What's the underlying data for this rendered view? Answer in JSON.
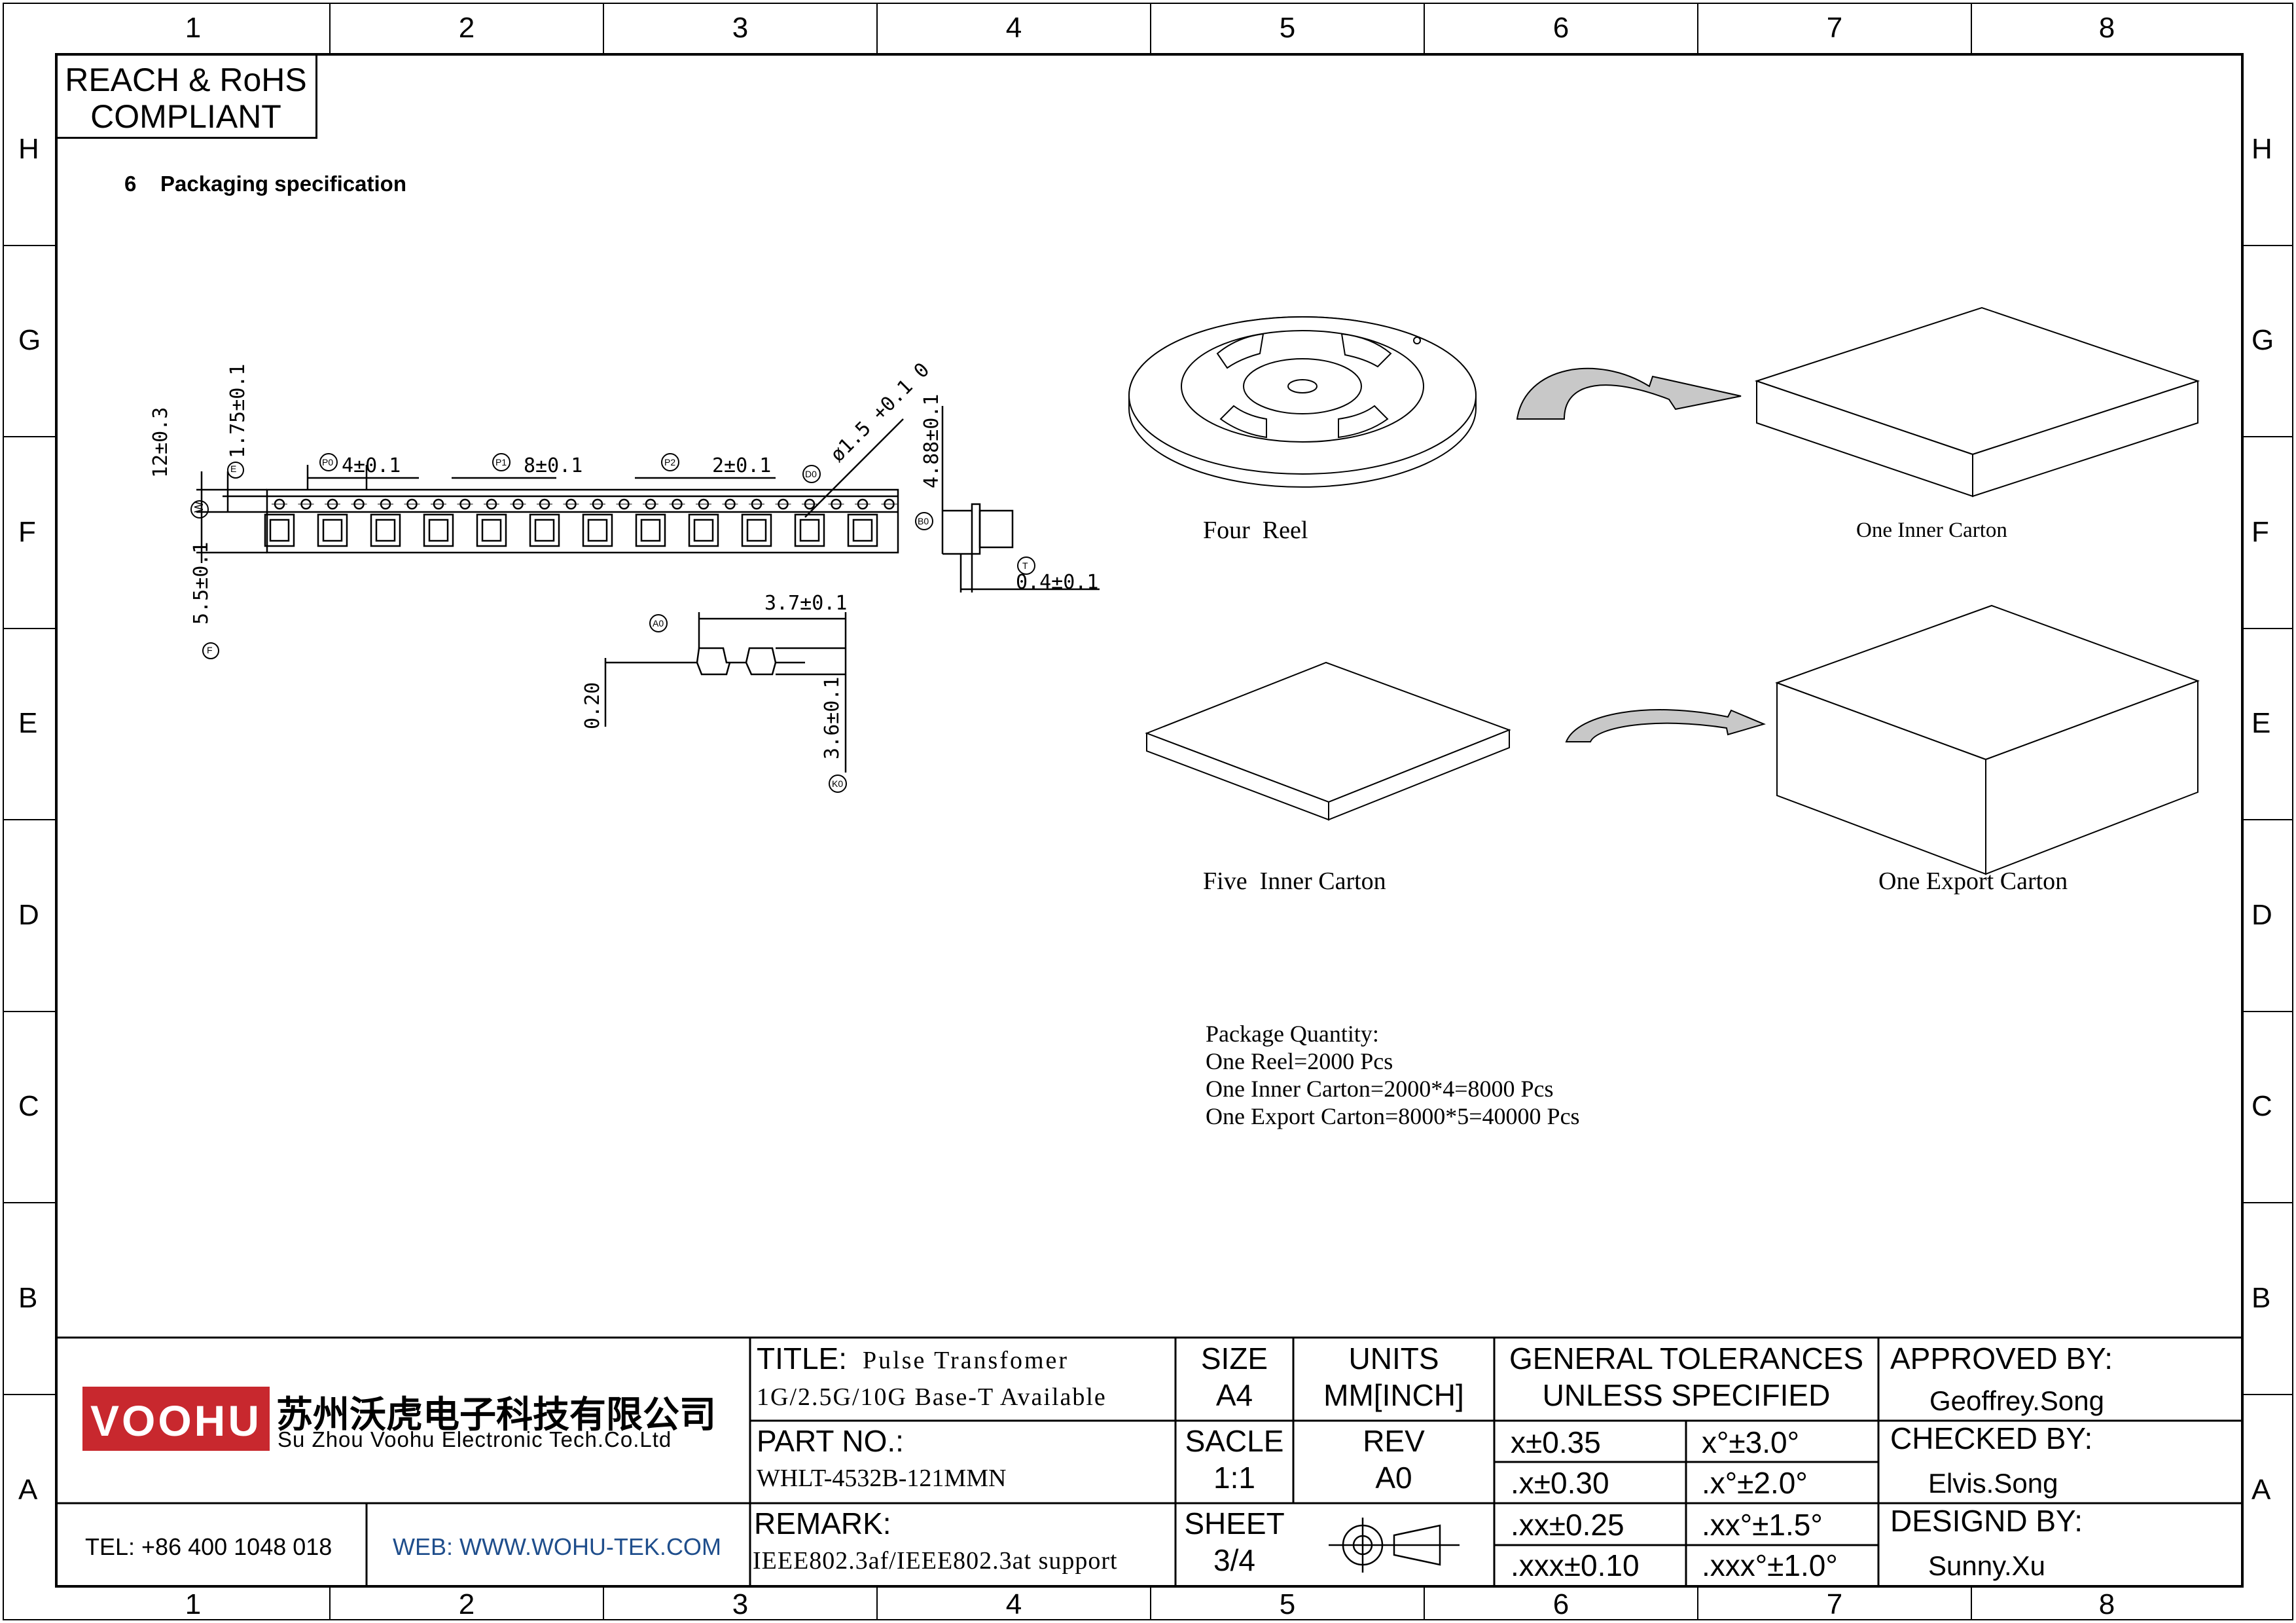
{
  "zones": {
    "columns": [
      "1",
      "2",
      "3",
      "4",
      "5",
      "6",
      "7",
      "8"
    ],
    "rows": [
      "H",
      "G",
      "F",
      "E",
      "D",
      "C",
      "B",
      "A"
    ]
  },
  "compliance": {
    "line1": "REACH & RoHS",
    "line2": "COMPLIANT"
  },
  "section_title": "6    Packaging specification",
  "dimensions": {
    "w": "12±0.3",
    "e": "1.75±0.1",
    "f": "5.5±0.1",
    "p0": "4±0.1",
    "p1": "8±0.1",
    "p2": "2±0.1",
    "d0": "ø1.5 +0.1 0",
    "b0": "4.88±0.1",
    "t": "0.4±0.1",
    "a0": "3.7±0.1",
    "thickness": "0.20",
    "k0": "3.6±0.1",
    "markers": {
      "w": "W",
      "e": "E",
      "f": "F",
      "p0": "P0",
      "p1": "P1",
      "p2": "P2",
      "d0": "D0",
      "b0": "B0",
      "t": "T",
      "a0": "A0",
      "k0": "K0"
    }
  },
  "packaging": {
    "four_reel": "Four  Reel",
    "one_inner_carton": "One Inner Carton",
    "five_inner_carton": "Five  Inner Carton",
    "one_export_carton": "One Export Carton"
  },
  "quantity": {
    "heading": "Package Quantity:",
    "line1": "One Reel=2000 Pcs",
    "line2": "One Inner Carton=2000*4=8000 Pcs",
    "line3": "One Export Carton=8000*5=40000 Pcs"
  },
  "title_block": {
    "logo": "VOOHU",
    "company_cn": "苏州沃虎电子科技有限公司",
    "company_en": "Su Zhou Voohu Electronic Tech.Co.Ltd",
    "tel": "TEL: +86 400 1048 018",
    "web": "WEB: WWW.WOHU-TEK.COM",
    "title_label": "TITLE:",
    "title_value": "Pulse Transfomer",
    "title_sub": "1G/2.5G/10G Base-T Available",
    "part_label": "PART NO.:",
    "part_value": "WHLT-4532B-121MMN",
    "remark_label": "REMARK:",
    "remark_value": "IEEE802.3af/IEEE802.3at support",
    "size_label": "SIZE",
    "size_value": "A4",
    "units_label": "UNITS",
    "units_value": "MM[INCH]",
    "scale_label": "SACLE",
    "scale_value": "1:1",
    "rev_label": "REV",
    "rev_value": "A0",
    "sheet_label": "SHEET",
    "sheet_value": "3/4",
    "tol_heading1": "GENERAL TOLERANCES",
    "tol_heading2": "UNLESS SPECIFIED",
    "tol": [
      [
        "x±0.35",
        "x°±3.0°"
      ],
      [
        ".x±0.30",
        ".x°±2.0°"
      ],
      [
        ".xx±0.25",
        ".xx°±1.5°"
      ],
      [
        ".xxx±0.10",
        ".xxx°±1.0°"
      ]
    ],
    "approved_label": "APPROVED BY:",
    "approved_value": "Geoffrey.Song",
    "checked_label": "CHECKED BY:",
    "checked_value": "Elvis.Song",
    "designed_label": "DESIGND BY:",
    "designed_value": "Sunny.Xu"
  },
  "colors": {
    "logo_red": "#c8282e",
    "web_blue": "#1f4e8c"
  }
}
